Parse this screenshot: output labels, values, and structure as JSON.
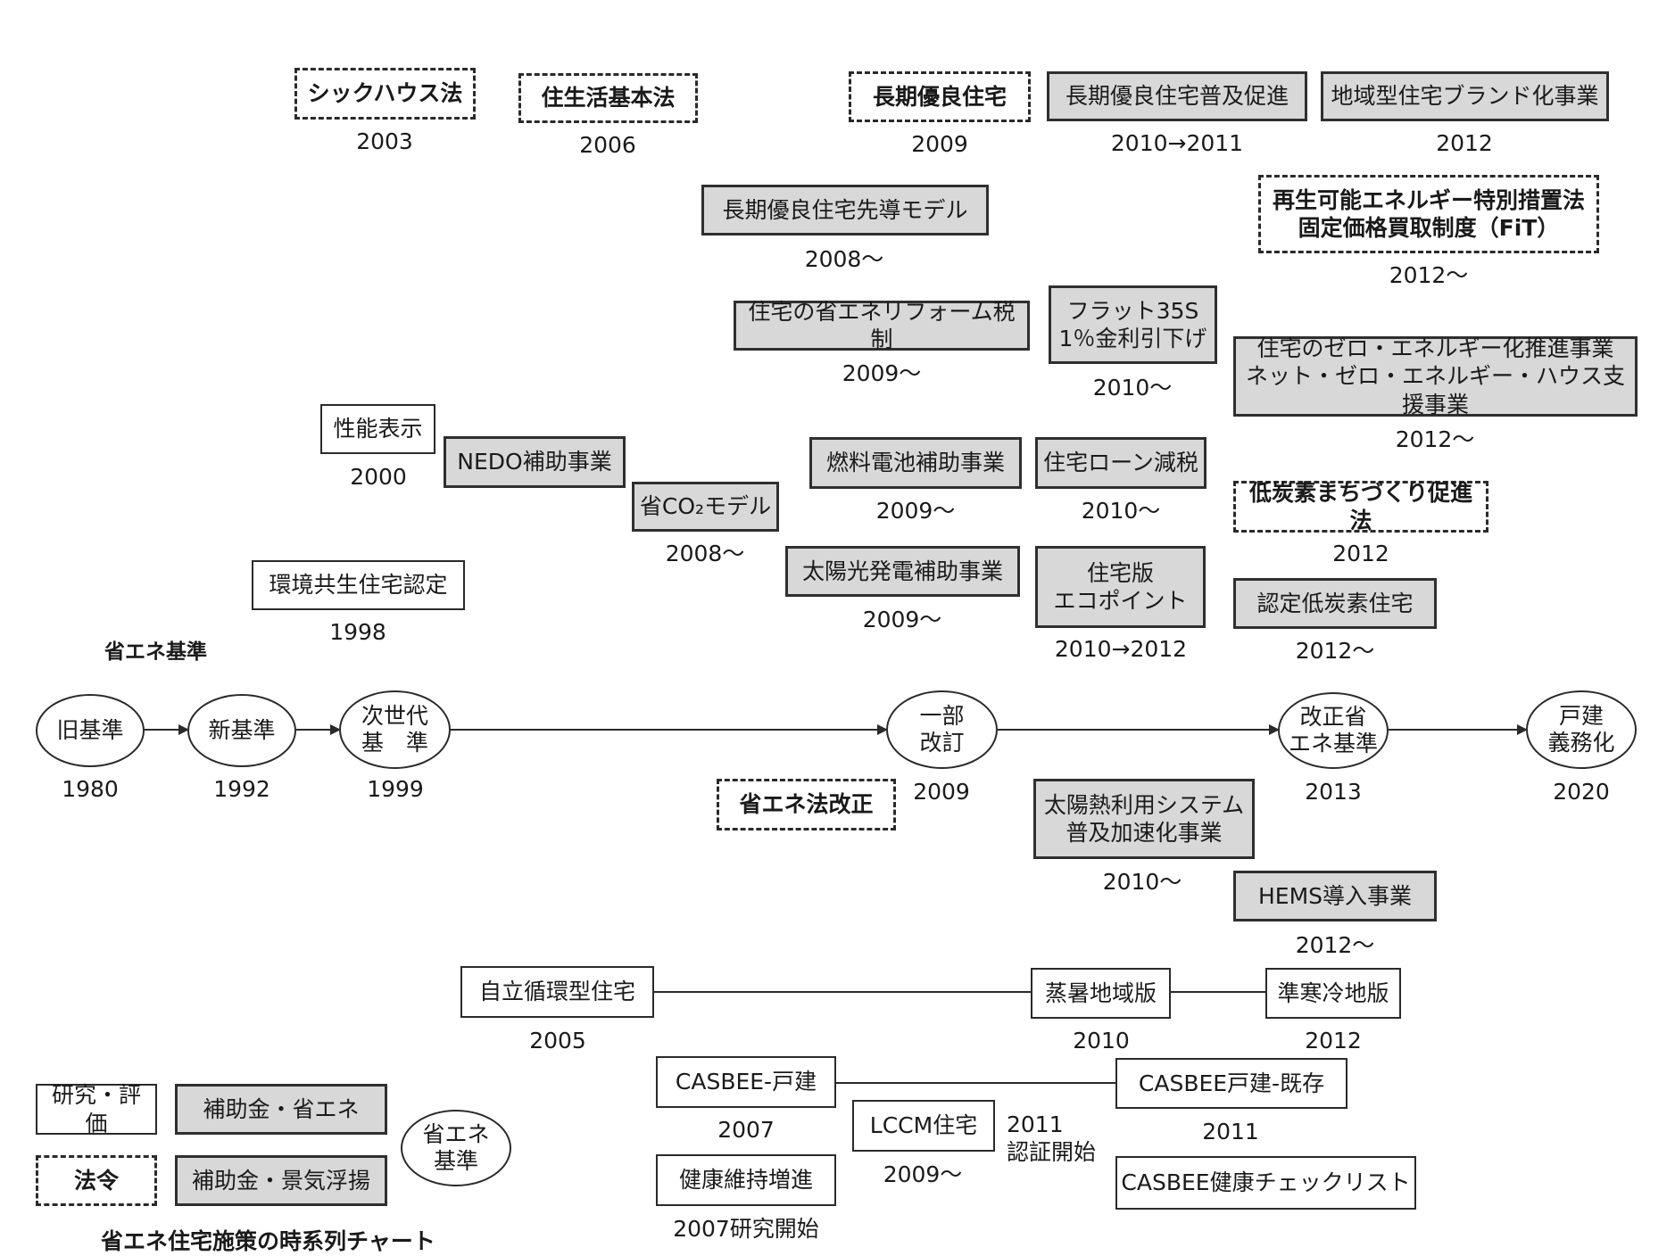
{
  "labels": {
    "section": "省エネ基準",
    "caption": "省エネ住宅施策の時系列チャート"
  },
  "colors": {
    "box_gray_fill": "#d8d8d8",
    "box_white_fill": "#ffffff",
    "line": "#2a2a2a"
  },
  "top": {
    "b1": "シックハウス法",
    "y1": "2003",
    "b2": "住生活基本法",
    "y2": "2006",
    "b3": "長期優良住宅",
    "y3": "2009",
    "b4": "長期優良住宅普及促進",
    "y4": "2010→2011",
    "b5": "地域型住宅ブランド化事業",
    "y5": "2012",
    "b6": "長期優良住宅先導モデル",
    "y6": "2008～",
    "b7": "再生可能エネルギー特別措置法\n固定価格買取制度（FiT）",
    "y7": "2012～",
    "b8": "住宅の省エネリフォーム税制",
    "y8": "2009～",
    "b9": "フラット35S\n1％金利引下げ",
    "y9": "2010～",
    "b10": "住宅のゼロ・エネルギー化推進事業\nネット・ゼロ・エネルギー・ハウス支援事業",
    "y10": "2012～"
  },
  "middle": {
    "b11": "性能表示",
    "y11": "2000",
    "b12": "NEDO補助事業",
    "b13": "省CO₂モデル",
    "y13": "2008～",
    "b14": "燃料電池補助事業",
    "y14": "2009～",
    "b15": "住宅ローン減税",
    "y15": "2010～",
    "b16": "低炭素まちづくり促進法",
    "y16": "2012",
    "b17": "環境共生住宅認定",
    "y17": "1998",
    "b18": "太陽光発電補助事業",
    "y18": "2009～",
    "b19": "住宅版\nエコポイント",
    "y19": "2010→2012",
    "b20": "認定低炭素住宅",
    "y20": "2012～"
  },
  "timeline": {
    "n1": "旧基準",
    "n1y": "1980",
    "n2": "新基準",
    "n2y": "1992",
    "n3": "次世代\n基　準",
    "n3y": "1999",
    "n4": "一部\n改訂",
    "n4y": "2009",
    "n5": "改正省\nエネ基準",
    "n5y": "2013",
    "n6": "戸建\n義務化",
    "n6y": "2020"
  },
  "lower": {
    "b21": "省エネ法改正",
    "b22": "太陽熱利用システム\n普及加速化事業",
    "y22": "2010～",
    "b23": "HEMS導入事業",
    "y23": "2012～",
    "b24": "自立循環型住宅",
    "y24": "2005",
    "b25": "蒸暑地域版",
    "y25": "2010",
    "b26": "準寒冷地版",
    "y26": "2012",
    "b27": "CASBEE-戸建",
    "y27": "2007",
    "b28": "CASBEE戸建-既存",
    "y28": "2011",
    "b29": "LCCM住宅",
    "y29": "2009～",
    "y29b": "2011\n認証開始",
    "b30": "健康維持増進",
    "y30": "2007研究開始",
    "b31": "CASBEE健康チェックリスト"
  },
  "legend": {
    "research": "研究・評価",
    "subsidy_energy": "補助金・省エネ",
    "law": "法令",
    "subsidy_stimulus": "補助金・景気浮揚",
    "standard": "省エネ\n基準"
  }
}
